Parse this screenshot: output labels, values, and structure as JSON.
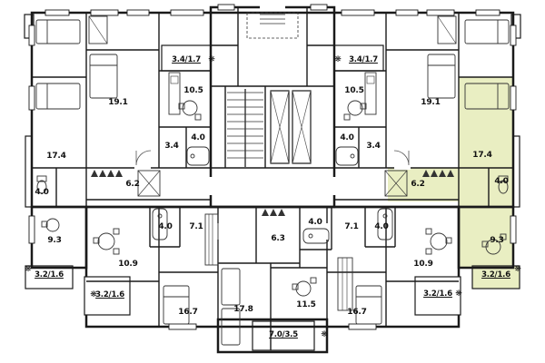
{
  "floorplan": {
    "sun_glyph": "❋",
    "highlight_color": "#e9eec2",
    "wall_color": "#1a1a1a",
    "areas": {
      "loggia_tl": "3.4/1.7",
      "loggia_tr": "3.4/1.7",
      "kitchen_l": "10.5",
      "kitchen_r": "10.5",
      "living_l": "19.1",
      "living_r": "19.1",
      "hall_l": "3.4",
      "hall_r": "3.4",
      "bath_l": "4.0",
      "bath_r": "4.0",
      "room17_l": "17.4",
      "room17_r": "17.4",
      "corr_l": "6.2",
      "corr_r": "6.2",
      "wc_l": "4.0",
      "wc_r": "4.0",
      "room9_l": "9.3",
      "room9_r": "9.3",
      "balc_ml": "3.2/1.6",
      "balc_mr": "3.2/1.6",
      "balc_bl": "3.2/1.6",
      "balc_br": "3.2/1.6",
      "room10_l": "10.9",
      "room10_r": "10.9",
      "hall7_l": "7.1",
      "hall7_r": "7.1",
      "bath4_bl": "4.0",
      "bath4_br": "4.0",
      "bath4_c": "4.0",
      "corr6_c": "6.3",
      "room16_l": "16.7",
      "room16_r": "16.7",
      "room17_8c": "17.8",
      "room11_c": "11.5",
      "balc_bc": "7.0/3.5"
    }
  }
}
